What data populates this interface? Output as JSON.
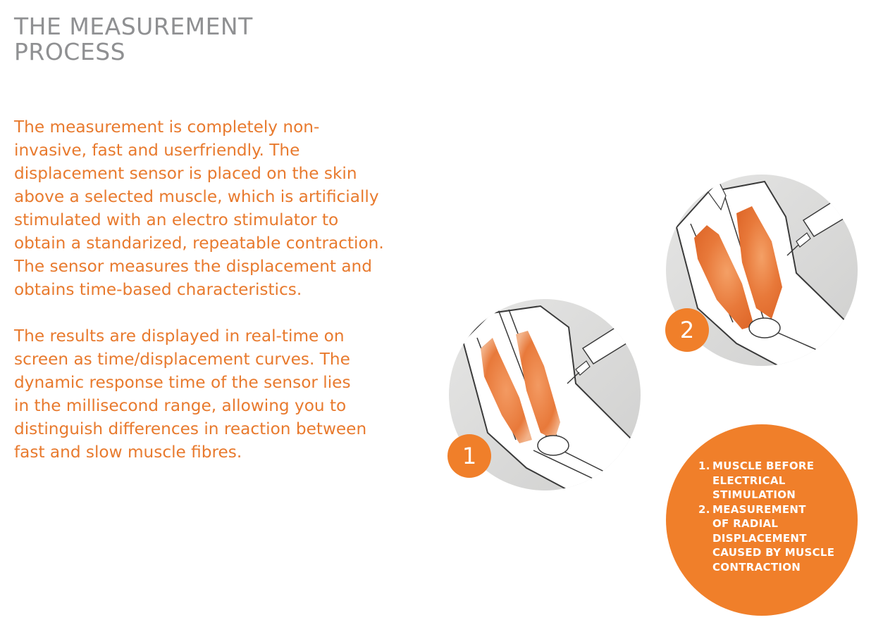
{
  "title": {
    "lines": [
      "THE MEASUREMENT",
      "PROCESS"
    ]
  },
  "paragraphs": [
    {
      "lines": [
        "The measurement is completely non-",
        "invasive, fast and userfriendly. The",
        "displacement sensor is placed on the skin",
        "above a selected muscle, which is artificially",
        "stimulated with an electro stimulator to",
        "obtain a standarized, repeatable contraction.",
        "The sensor measures the displacement and",
        "obtains time-based characteristics."
      ]
    },
    {
      "lines": [
        "The results are displayed in real-time on",
        "screen as time/displacement curves. The",
        "dynamic response time of the sensor lies",
        "in the millisecond range, allowing you to",
        "distinguish differences in reaction between",
        "fast and slow muscle fibres."
      ]
    }
  ],
  "illustrations": [
    {
      "badge": "1",
      "state": "relaxed"
    },
    {
      "badge": "2",
      "state": "contracted"
    }
  ],
  "legend": {
    "items": [
      {
        "num": "1.",
        "lines": [
          "MUSCLE BEFORE",
          "ELECTRICAL",
          "STIMULATION"
        ]
      },
      {
        "num": "2.",
        "lines": [
          "MEASUREMENT",
          "OF RADIAL",
          "DISPLACEMENT",
          "CAUSED BY MUSCLE",
          "CONTRACTION"
        ]
      }
    ]
  },
  "colors": {
    "accent": "#f07f2a",
    "body_text": "#e87a2e",
    "title_text": "#8f9092",
    "illustration_bg": "#d9d9d8",
    "muscle": "#e8793a"
  }
}
